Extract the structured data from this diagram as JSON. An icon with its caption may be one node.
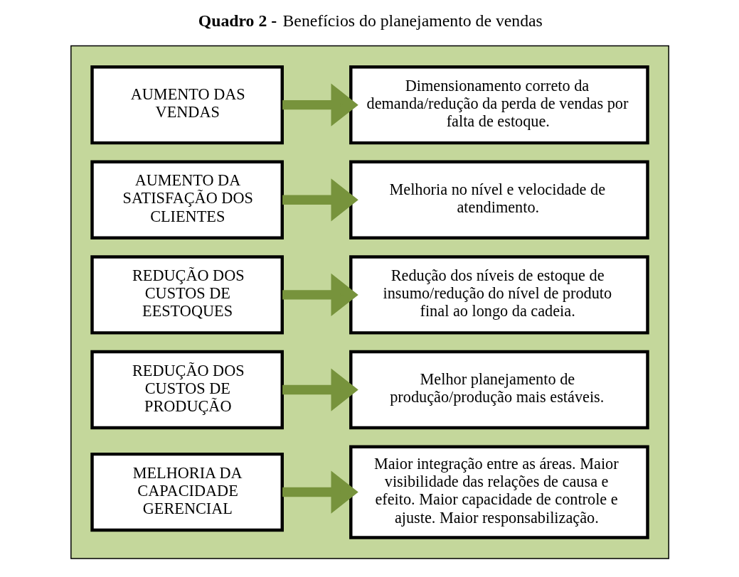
{
  "diagram": {
    "title": "**Quadro 2 -** Benefícios do planejamento de vendas",
    "nodes": [
      {
        "text": [],
        "shape": "box"
      },
      {
        "text": [
          "AUMENTO DAS VENDAS"
        ],
        "in": 0
      },
      {
        "text": [
          "Dimensionamento correto da demanda/redução da perda de vendas por falta de estoque."
        ],
        "in": 0
      },
      {
        "text": [
          "AUMENTO DA SATISFAÇÃO DOS CLIENTES"
        ],
        "in": 0
      },
      {
        "text": [
          "Melhoria no nível e velocidade de atendimento."
        ],
        "in": 0
      },
      {
        "text": [
          "REDUÇÃO DOS CUSTOS DE EESTOQUES"
        ],
        "in": 0
      },
      {
        "text": [
          "Redução dos níveis de estoque de insumo/redução do nível de produto final ao longo da cadeia."
        ],
        "in": 0
      },
      {
        "text": [
          "REDUÇÃO DOS CUSTOS DE PRODUÇÃO"
        ],
        "in": 0
      },
      {
        "text": [
          "Melhor planejamento de produção/produção mais estáveis."
        ],
        "in": 0
      },
      {
        "text": [
          "MELHORIA DA CAPACIDADE GERENCIAL"
        ],
        "in": 0
      },
      {
        "text": [
          "Maior integração entre as áreas. Maior visibilidade das relações de causa e efeito. Maior capacidade de controle e ajuste. Maior responsabilização."
        ],
        "in": 0
      }
    ],
    "edges": [
      {
        "from": 1,
        "to": 2,
        "arrow": "to"
      },
      {
        "from": 3,
        "to": 4,
        "arrow": "to"
      },
      {
        "from": 5,
        "to": 6,
        "arrow": "to"
      },
      {
        "from": 7,
        "to": 8,
        "arrow": "to"
      },
      {
        "from": 9,
        "to": 10,
        "arrow": "to"
      }
    ]
  }
}
